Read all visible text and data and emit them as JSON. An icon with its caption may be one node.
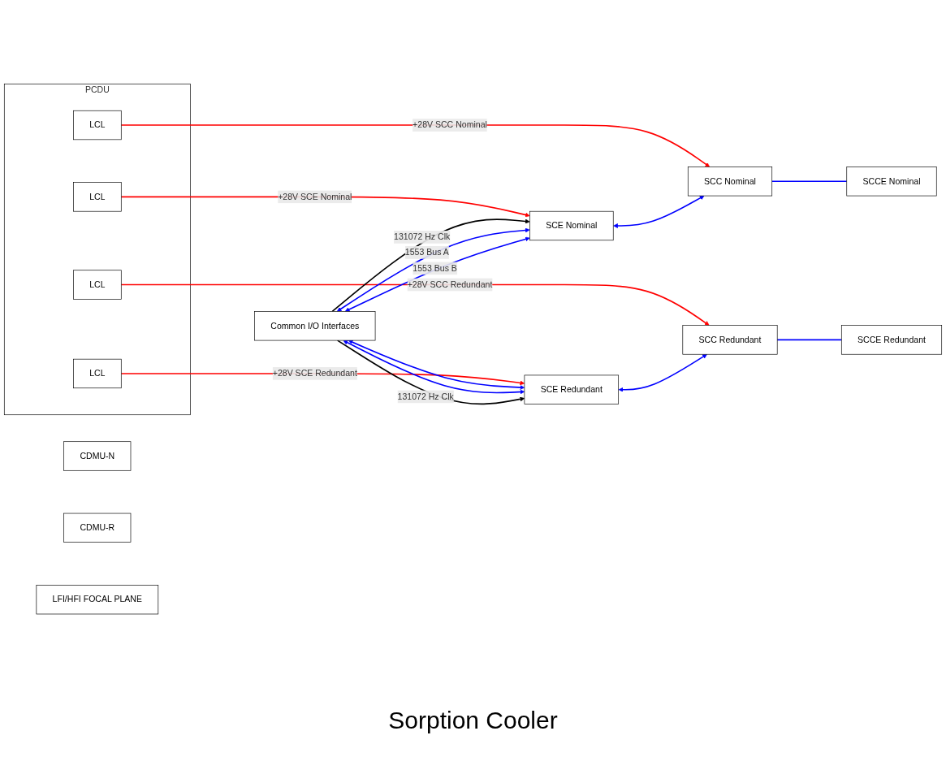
{
  "diagram": {
    "caption": "Sorption Cooler",
    "nodes": [
      {
        "text": [
          "PCDU"
        ]
      },
      {
        "text": [
          "LCL"
        ],
        "in": 0
      },
      {
        "text": [
          "LCL"
        ],
        "in": 0
      },
      {
        "text": [
          "LCL"
        ],
        "in": 0
      },
      {
        "text": [
          "LCL"
        ],
        "in": 0
      },
      {
        "text": [
          "CDMU-N"
        ]
      },
      {
        "text": [
          "Common I/O Interfaces"
        ]
      },
      {
        "text": [
          "CDMU-R"
        ]
      },
      {
        "text": [
          "SCE Nominal"
        ]
      },
      {
        "text": [
          "SCE Redundant"
        ]
      },
      {
        "text": [
          "SCC Nominal"
        ]
      },
      {
        "text": [
          "SCC Redundant"
        ]
      },
      {
        "text": [
          "SCCE Nominal"
        ]
      },
      {
        "text": [
          "SCCE Redundant"
        ]
      },
      {
        "text": [
          "LFI/HFI FOCAL PLANE"
        ]
      }
    ],
    "edges": [
      {
        "from": 1,
        "to": 10,
        "arrow": "to",
        "label": "+28V SCC Nominal",
        "color": "#ff0000"
      },
      {
        "from": 2,
        "to": 8,
        "arrow": "to",
        "label": "+28V SCE Nominal",
        "color": "#ff0000"
      },
      {
        "from": 3,
        "to": 9,
        "arrow": "to",
        "label": "+28V SCE Redundant",
        "color": "#ff0000"
      },
      {
        "from": 4,
        "to": 11,
        "arrow": "to",
        "label": "+28V SCC Redundant",
        "color": "#ff0000"
      },
      {
        "from": 6,
        "to": 8,
        "arrow": "to",
        "label": "131072 Hz Clk",
        "color": "#000000"
      },
      {
        "from": 6,
        "to": 8,
        "arrow": "both",
        "label": "1553 Bus A",
        "color": "#0000ff"
      },
      {
        "from": 6,
        "to": 8,
        "arrow": "both",
        "label": "1553 Bus B",
        "color": "#0000ff"
      },
      {
        "from": 6,
        "to": 9,
        "arrow": "both",
        "color": "#0000ff"
      },
      {
        "from": 6,
        "to": 9,
        "arrow": "both",
        "color": "#0000ff"
      },
      {
        "from": 6,
        "to": 9,
        "arrow": "to",
        "label": "131072 Hz Clk",
        "color": "#000000"
      },
      {
        "from": 8,
        "to": 10,
        "arrow": "both",
        "color": "#0000ff"
      },
      {
        "from": 10,
        "to": 12,
        "arrow": "none",
        "color": "#0000ff"
      },
      {
        "from": 9,
        "to": 11,
        "arrow": "both",
        "color": "#0000ff"
      },
      {
        "from": 11,
        "to": 13,
        "arrow": "none",
        "color": "#0000ff"
      }
    ]
  }
}
